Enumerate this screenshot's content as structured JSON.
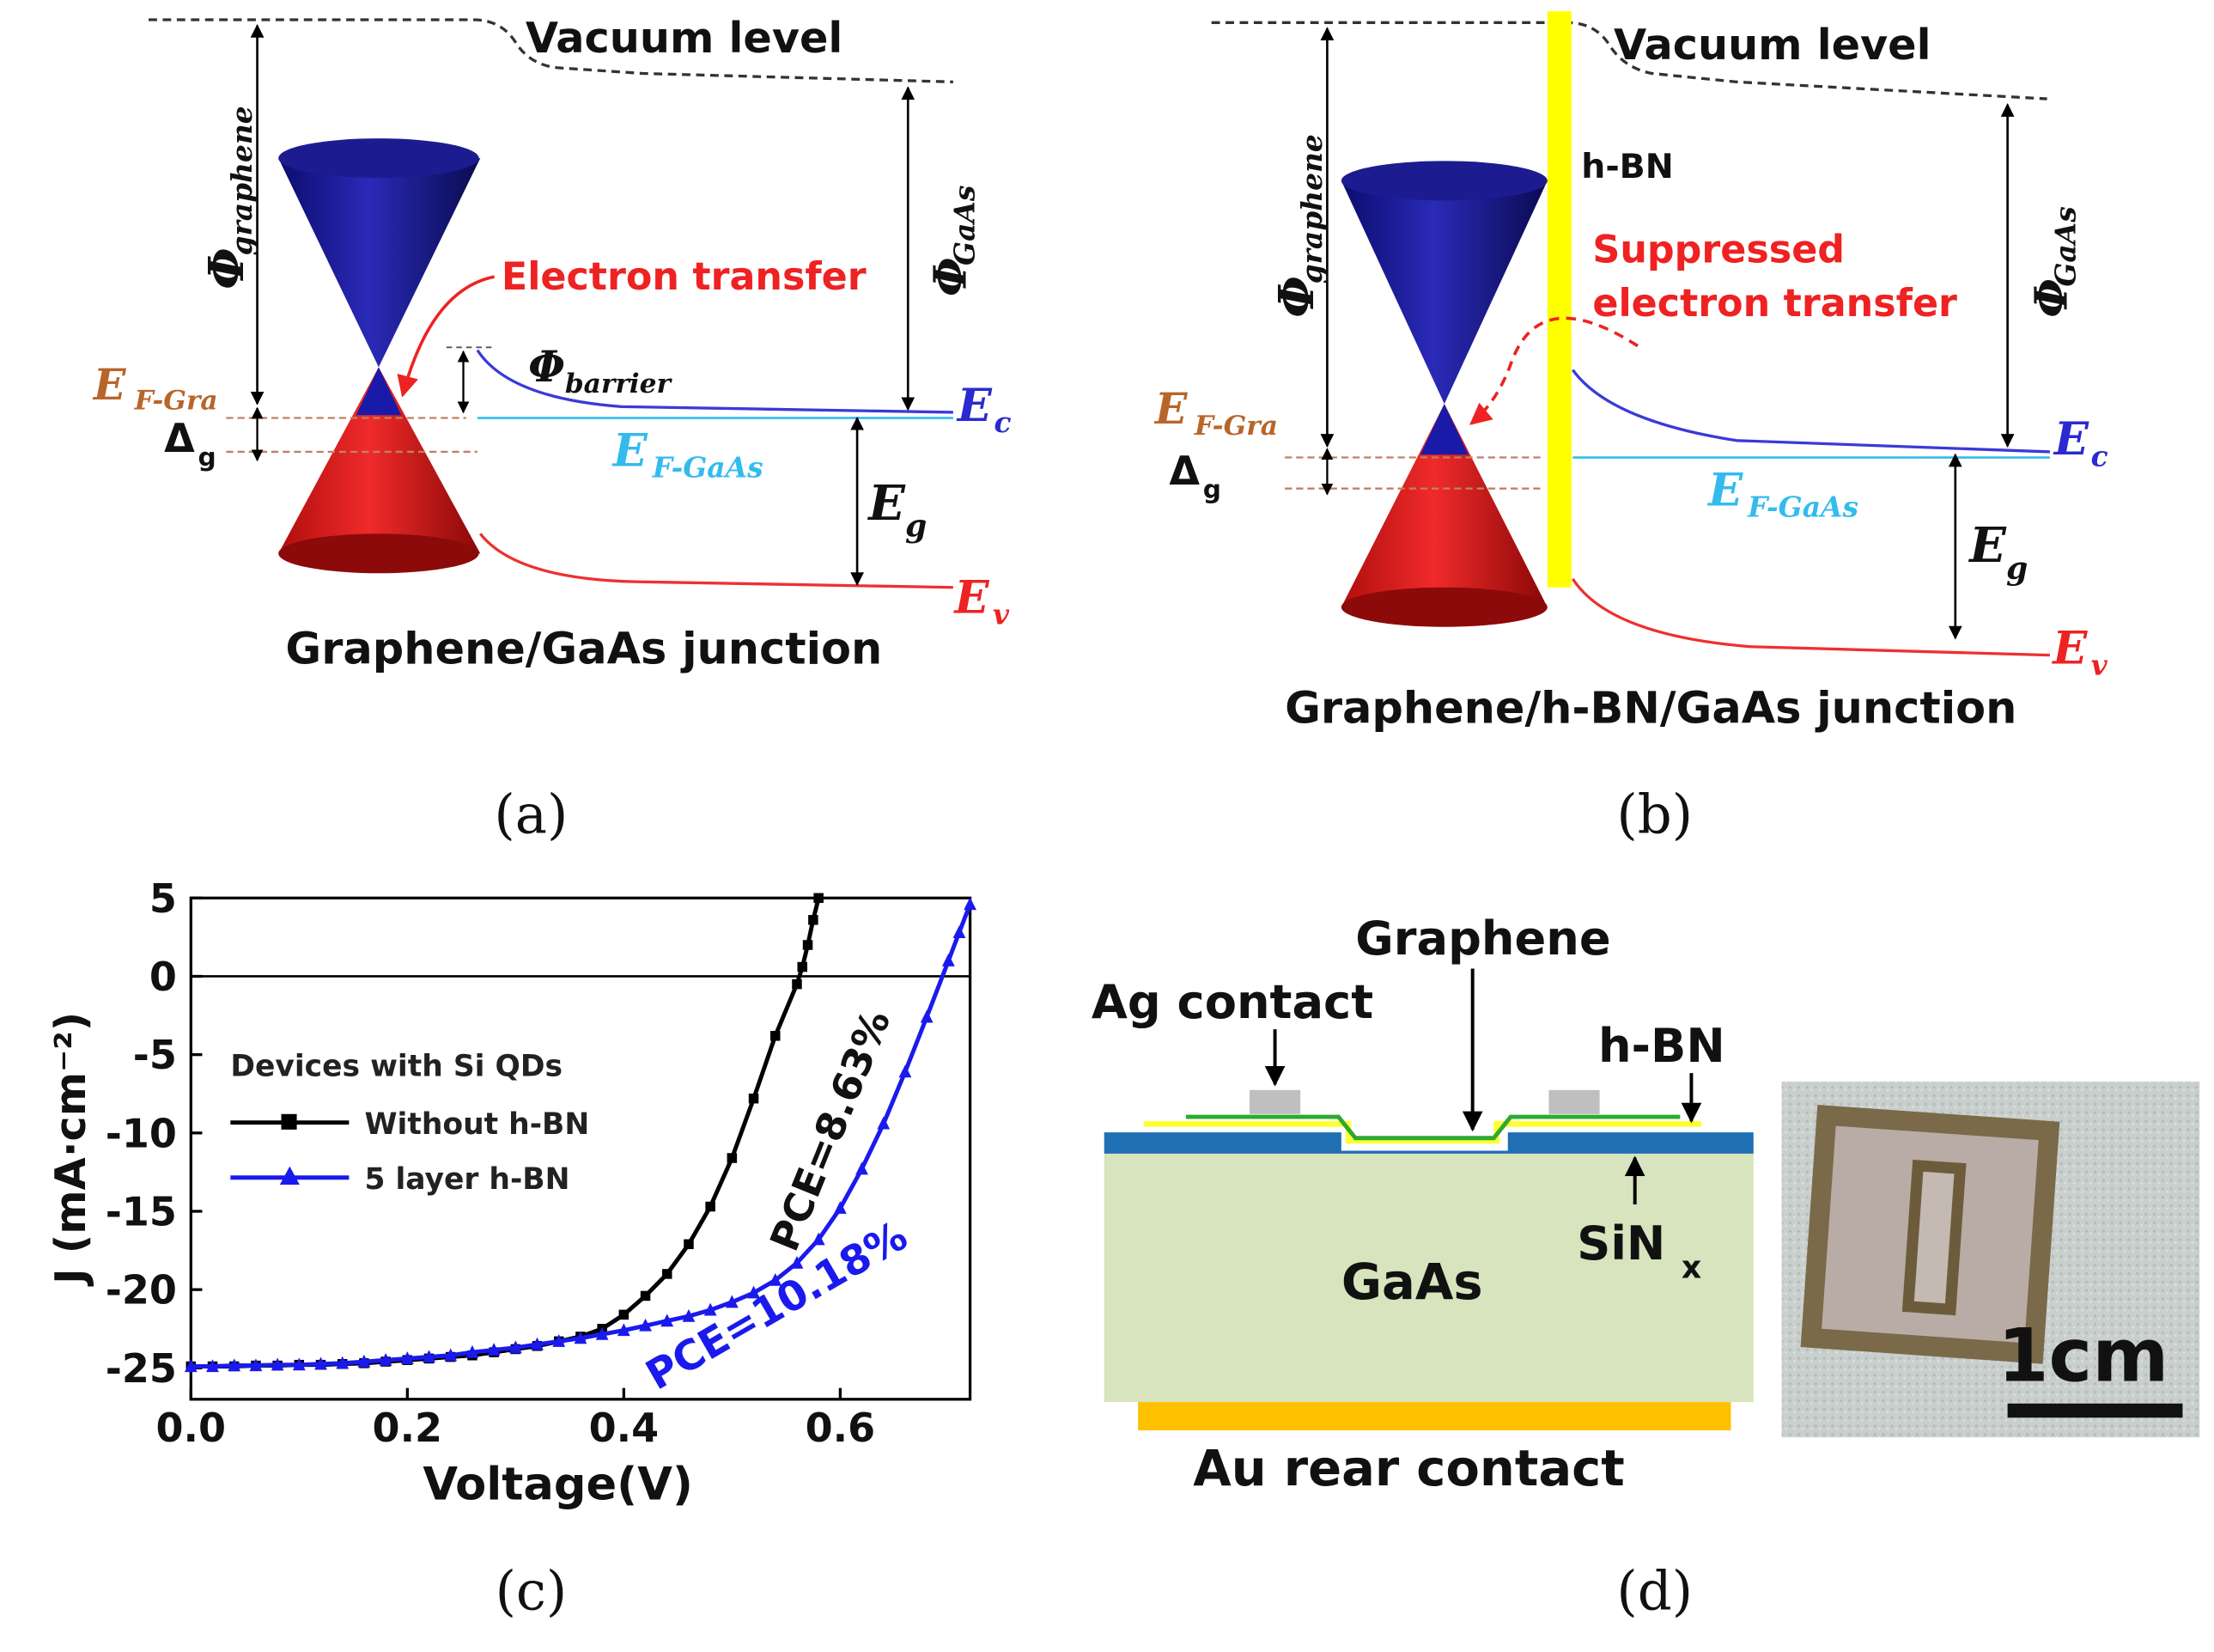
{
  "colors": {
    "cone_top": "#1a1a9e",
    "cone_bottom": "#d91a1a",
    "conduction_band": "#3a3ad8",
    "valence_band": "#ee3030",
    "fermi_gaas": "#33bbee",
    "fermi_gra_label": "#b8652a",
    "electron_transfer": "#ee2222",
    "hbn_layer": "#ffff00",
    "series_without": "#000000",
    "series_hbn": "#1a1aee",
    "gaas_substrate": "#d7e4bd",
    "sinx": "#1f6fb5",
    "graphene_layer": "#2eaa2e",
    "au_contact": "#ffc000",
    "ag_contact": "#bfbfbf"
  },
  "panel_a": {
    "vacuum": "Vacuum level",
    "phi_graphene": "Φ",
    "phi_graphene_sub": "graphene",
    "phi_gaas": "Φ",
    "phi_gaas_sub": "GaAs",
    "electron_transfer": "Electron transfer",
    "phi_barrier": "Φ",
    "phi_barrier_sub": "barrier",
    "ef_gra": "E",
    "ef_gra_sub": "F-Gra",
    "delta_g": "Δ",
    "delta_g_sub": "g",
    "ef_gaas": "E",
    "ef_gaas_sub": "F-GaAs",
    "eg": "E",
    "eg_sub": "g",
    "ec": "E",
    "ec_sub": "c",
    "ev": "E",
    "ev_sub": "v",
    "caption": "Graphene/GaAs junction",
    "label": "(a)"
  },
  "panel_b": {
    "vacuum": "Vacuum level",
    "hbn": "h-BN",
    "suppressed_1": "Suppressed",
    "suppressed_2": "electron transfer",
    "phi_graphene": "Φ",
    "phi_graphene_sub": "graphene",
    "phi_gaas": "Φ",
    "phi_gaas_sub": "GaAs",
    "ef_gra": "E",
    "ef_gra_sub": "F-Gra",
    "delta_g": "Δ",
    "delta_g_sub": "g",
    "ef_gaas": "E",
    "ef_gaas_sub": "F-GaAs",
    "eg": "E",
    "eg_sub": "g",
    "ec": "E",
    "ec_sub": "c",
    "ev": "E",
    "ev_sub": "v",
    "caption": "Graphene/h-BN/GaAs junction",
    "label": "(b)"
  },
  "chart_data": {
    "type": "line",
    "xlabel": "Voltage(V)",
    "ylabel": "J (mA·cm⁻²)",
    "xlim": [
      0,
      0.72
    ],
    "ylim": [
      -27,
      5
    ],
    "xticks": [
      "0.0",
      "0.2",
      "0.4",
      "0.6"
    ],
    "xtick_values": [
      0.0,
      0.2,
      0.4,
      0.6
    ],
    "yticks": [
      "5",
      "0",
      "-5",
      "-10",
      "-15",
      "-20",
      "-25"
    ],
    "ytick_values": [
      5,
      0,
      -5,
      -10,
      -15,
      -20,
      -25
    ],
    "legend_title": "Devices with Si QDs",
    "legend_position": "middle-left",
    "annotations": [
      "PCE=8.63%",
      "PCE=10.18%"
    ],
    "series": [
      {
        "name": "Without h-BN",
        "marker": "square",
        "x": [
          0.0,
          0.02,
          0.04,
          0.06,
          0.08,
          0.1,
          0.12,
          0.14,
          0.16,
          0.18,
          0.2,
          0.22,
          0.24,
          0.26,
          0.28,
          0.3,
          0.32,
          0.34,
          0.36,
          0.38,
          0.4,
          0.42,
          0.44,
          0.46,
          0.48,
          0.5,
          0.52,
          0.54,
          0.56,
          0.565,
          0.57,
          0.575,
          0.58
        ],
        "y": [
          -24.9,
          -24.9,
          -24.9,
          -24.85,
          -24.85,
          -24.8,
          -24.8,
          -24.75,
          -24.7,
          -24.6,
          -24.5,
          -24.4,
          -24.3,
          -24.2,
          -24.0,
          -23.8,
          -23.6,
          -23.3,
          -23.0,
          -22.5,
          -21.6,
          -20.4,
          -19.0,
          -17.1,
          -14.7,
          -11.6,
          -7.8,
          -3.8,
          -0.5,
          0.6,
          2.0,
          3.6,
          5.0
        ]
      },
      {
        "name": "5 layer h-BN",
        "marker": "triangle",
        "x": [
          0.0,
          0.02,
          0.04,
          0.06,
          0.08,
          0.1,
          0.12,
          0.14,
          0.16,
          0.18,
          0.2,
          0.22,
          0.24,
          0.26,
          0.28,
          0.3,
          0.32,
          0.34,
          0.36,
          0.38,
          0.4,
          0.42,
          0.44,
          0.46,
          0.48,
          0.5,
          0.52,
          0.54,
          0.56,
          0.58,
          0.6,
          0.62,
          0.64,
          0.66,
          0.68,
          0.7,
          0.71,
          0.72
        ],
        "y": [
          -24.9,
          -24.9,
          -24.85,
          -24.85,
          -24.8,
          -24.8,
          -24.75,
          -24.7,
          -24.6,
          -24.5,
          -24.4,
          -24.3,
          -24.2,
          -24.0,
          -23.85,
          -23.7,
          -23.5,
          -23.3,
          -23.1,
          -22.85,
          -22.6,
          -22.3,
          -22.0,
          -21.7,
          -21.3,
          -20.8,
          -20.2,
          -19.4,
          -18.3,
          -16.8,
          -14.8,
          -12.3,
          -9.4,
          -6.1,
          -2.6,
          1.0,
          2.8,
          4.6
        ]
      }
    ],
    "label": "(c)"
  },
  "panel_d": {
    "graphene": "Graphene",
    "ag_contact": "Ag contact",
    "hbn": "h-BN",
    "sinx": "SiN",
    "sinx_sub": "x",
    "gaas": "GaAs",
    "au_contact": "Au rear contact",
    "scale_bar": "1cm",
    "label": "(d)"
  }
}
